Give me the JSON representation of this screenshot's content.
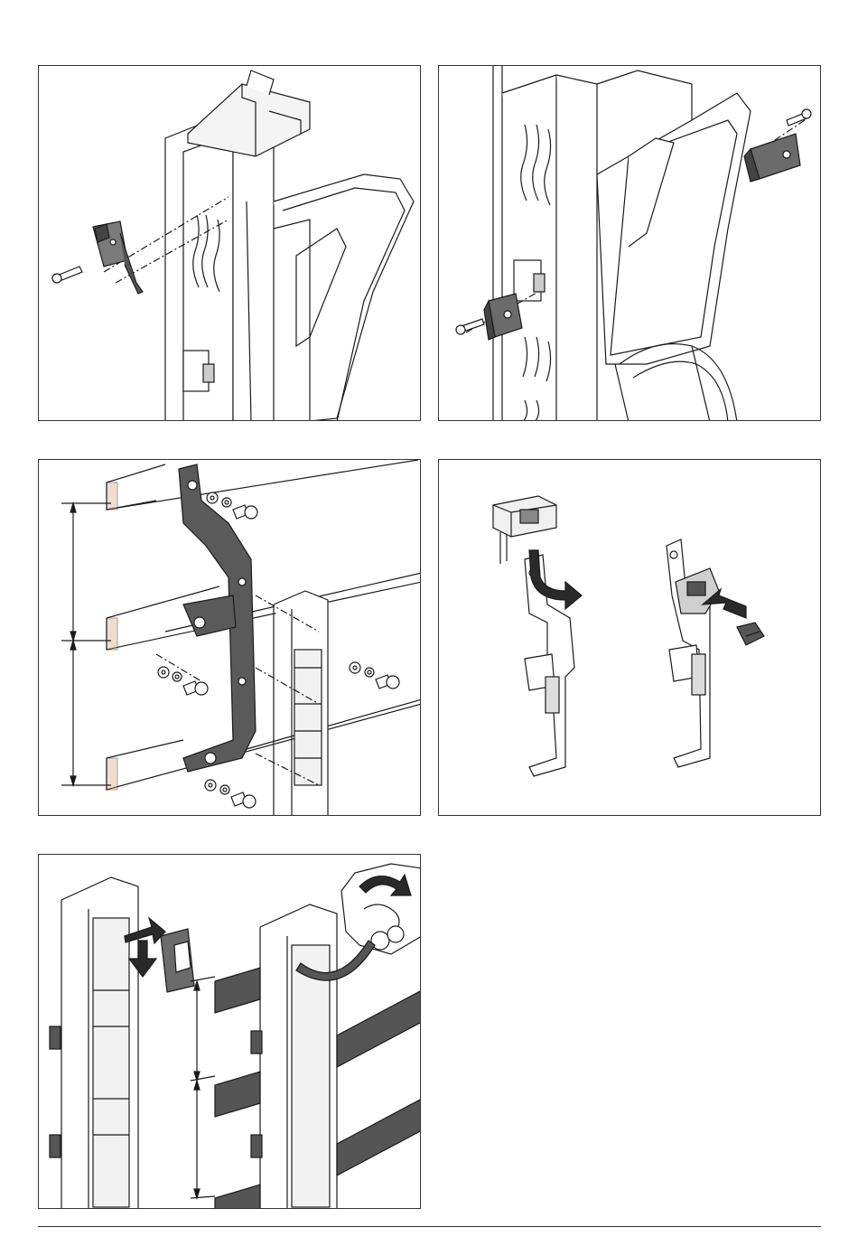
{
  "page": {
    "panels": [
      {
        "id": "p1",
        "caption": ""
      },
      {
        "id": "p2",
        "caption": ""
      },
      {
        "id": "p3",
        "caption": ""
      },
      {
        "id": "p4",
        "caption": ""
      },
      {
        "id": "p5",
        "caption": ""
      }
    ]
  },
  "colors": {
    "line": "#1a1a1a",
    "light_fill": "#ffffff",
    "part_fill": "#e6e6e6",
    "dark_fill": "#6b6b6b",
    "bar_fill": "#555555",
    "arrow_fill": "#2a2a2a"
  },
  "icons": {
    "screw": "screw-icon",
    "microswitch": "microswitch-icon",
    "bracket": "bracket-icon",
    "arrow": "arrow-icon",
    "busbar": "busbar-icon",
    "washer": "washer-icon",
    "bolt": "bolt-icon",
    "clip": "clip-icon",
    "hand": "hand-icon",
    "dimension": "dimension-line-icon"
  }
}
